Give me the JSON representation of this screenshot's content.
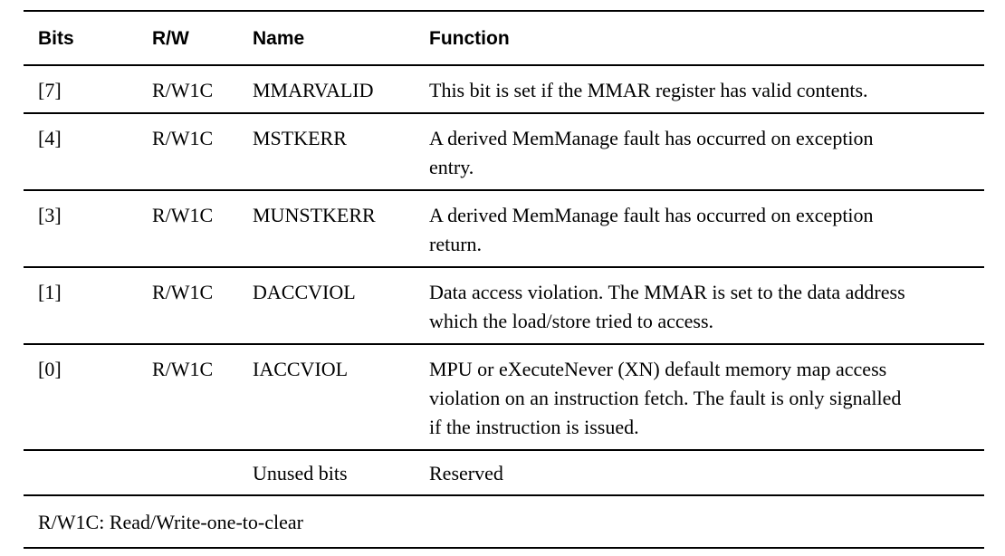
{
  "table": {
    "headers": [
      "Bits",
      "R/W",
      "Name",
      "Function"
    ],
    "rows": [
      {
        "bits": "[7]",
        "rw": "R/W1C",
        "name": "MMARVALID",
        "function": "This bit is set if the MMAR register has valid contents."
      },
      {
        "bits": "[4]",
        "rw": "R/W1C",
        "name": "MSTKERR",
        "function": "A derived MemManage fault has occurred on exception\nentry."
      },
      {
        "bits": "[3]",
        "rw": "R/W1C",
        "name": "MUNSTKERR",
        "function": "A derived MemManage fault has occurred on exception\nreturn."
      },
      {
        "bits": "[1]",
        "rw": "R/W1C",
        "name": "DACCVIOL",
        "function": "Data access violation. The MMAR is set to the data address\nwhich the load/store tried to access."
      },
      {
        "bits": "[0]",
        "rw": "R/W1C",
        "name": "IACCVIOL",
        "function": "MPU or eXecuteNever (XN) default memory map access\nviolation on an instruction fetch. The fault is only signalled\nif the instruction is issued."
      },
      {
        "bits": "",
        "rw": "",
        "name": "Unused bits",
        "function": "Reserved"
      }
    ],
    "footnote": "R/W1C: Read/Write-one-to-clear"
  },
  "colors": {
    "text": "#000000",
    "rule": "#000000",
    "background": "#ffffff"
  }
}
